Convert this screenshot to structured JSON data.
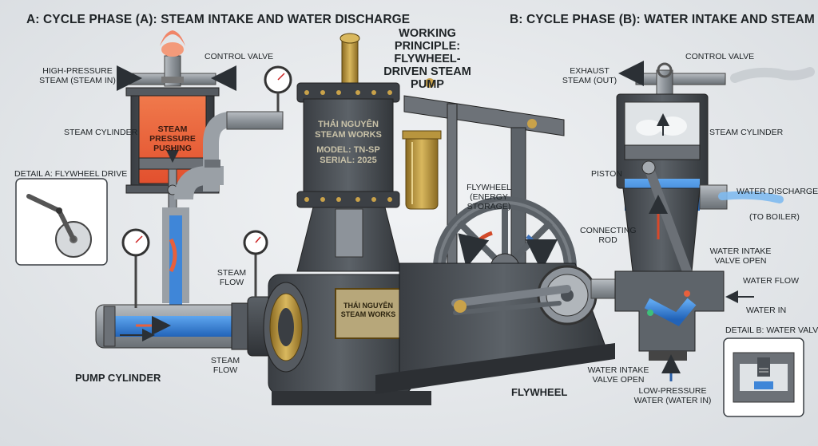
{
  "headers": {
    "phase_a": "A: CYCLE PHASE (A): STEAM INTAKE AND WATER DISCHARGE",
    "phase_b": "B: CYCLE PHASE (B): WATER INTAKE AND STEAM EXHAUST",
    "title": "WORKING PRINCIPLE: FLYWHEEL-DRIVEN STEAM PUMP"
  },
  "left": {
    "control_valve": "CONTROL VALVE",
    "high_pressure_steam": "HIGH-PRESSURE STEAM (STEAM IN)",
    "steam_cylinder": "STEAM CYLINDER",
    "steam_pressure_pushing": "STEAM PRESSURE PUSHING",
    "detail_a": "DETAIL A: FLYWHEEL DRIVE",
    "steam_flow_1": "STEAM FLOW",
    "steam_flow_2": "STEAM FLOW",
    "pump_cylinder": "PUMP CYLINDER"
  },
  "center": {
    "nameplate_line1": "THÁI NGUYÊN",
    "nameplate_line2": "STEAM WORKS",
    "model": "MODEL: TN-SP",
    "serial": "SERIAL: 2025",
    "plate2_line1": "THÁI NGUYÊN",
    "plate2_line2": "STEAM WORKS",
    "flywheel_energy": "FLYWHEEL (ENERGY STORAGE)",
    "flywheel": "FLYWHEEL"
  },
  "right": {
    "control_valve": "CONTROL VALVE",
    "exhaust_steam": "EXHAUST STEAM (OUT)",
    "steam_cylinder": "STEAM CYLINDER",
    "piston": "PISTON",
    "water_discharge": "WATER DISCHARGE",
    "to_boiler": "(TO BOILER)",
    "connecting_rod": "CONNECTING ROD",
    "water_intake_valve_open_upper": "WATER INTAKE VALVE OPEN",
    "water_flow": "WATER FLOW",
    "water_in": "WATER IN",
    "detail_b": "DETAIL B: WATER VALVES",
    "water_intake_valve_open_lower": "WATER INTAKE VALVE OPEN",
    "low_pressure_water": "LOW-PRESSURE WATER (WATER IN)"
  },
  "colors": {
    "steam_red": "#e8603c",
    "water_blue": "#2f7fd6",
    "iron": "#4a4f55",
    "brass": "#b8953e"
  }
}
